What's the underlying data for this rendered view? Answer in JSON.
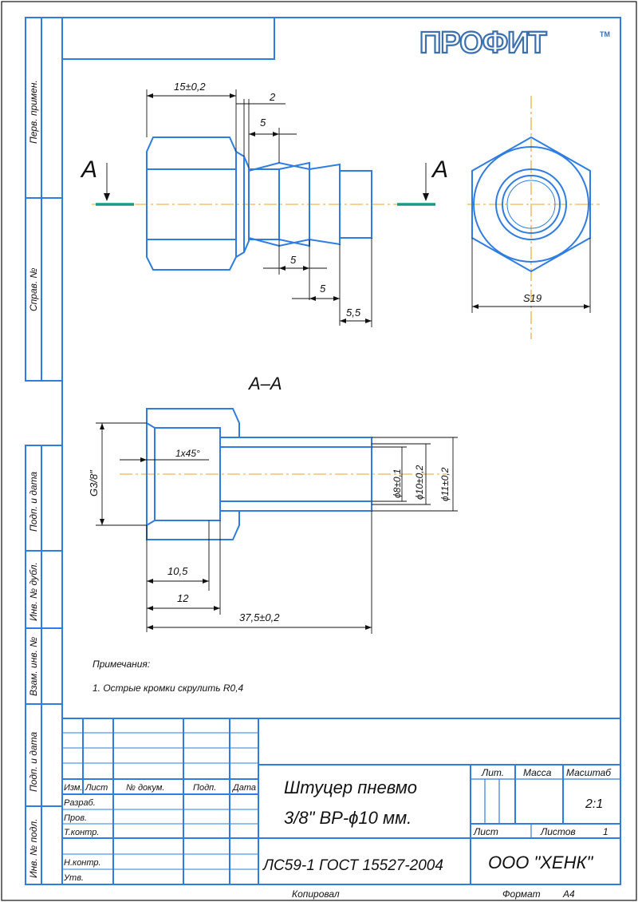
{
  "logo": {
    "text": "ПРОФИТ",
    "tm": "TM"
  },
  "views": {
    "marker_a_left": "A",
    "marker_a_right": "A",
    "section_title": "A–A"
  },
  "dimensions": {
    "d_15": "15±0,2",
    "d_2": "2",
    "d_5a": "5",
    "d_5b": "5",
    "d_5c": "5",
    "d_55": "5,5",
    "d_s19": "S19",
    "d_g38": "G3/8\"",
    "d_chamfer": "1x45°",
    "d_phi8": "ϕ8±0,1",
    "d_phi10": "ϕ10±0,2",
    "d_phi11": "ϕ11±0,2",
    "d_105": "10,5",
    "d_12": "12",
    "d_375": "37,5±0,2"
  },
  "notes": {
    "heading": "Примечания:",
    "item1": "1. Острые кромки скрулить R0,4"
  },
  "side_labels": {
    "perv_primen": "Перв. примен.",
    "sprav_no": "Справ. №",
    "podp_data_1": "Подп. и дата",
    "inv_dubl": "Инв. № дубл.",
    "vzam_inv": "Взам. инв. №",
    "podp_data_2": "Подп. и дата",
    "inv_podl": "Инв. № подл."
  },
  "title_block": {
    "col_izm": "Изм.",
    "col_list": "Лист",
    "col_dokum": "№ докум.",
    "col_podp": "Подп.",
    "col_data": "Дата",
    "row_razrab": "Разраб.",
    "row_prov": "Пров.",
    "row_tkontr": "Т.контр.",
    "row_nkontr": "Н.контр.",
    "row_utv": "Утв.",
    "name_line1": "Штуцер пневмо",
    "name_line2": "3/8\" ВР-ϕ10 мм.",
    "material": "ЛС59-1 ГОСТ 15527-2004",
    "hdr_lit": "Лит.",
    "hdr_massa": "Масса",
    "hdr_masshtab": "Масштаб",
    "scale": "2:1",
    "sheet_label": "Лист",
    "sheets_label": "Листов",
    "sheets_value": "1",
    "company": "ООО \"ХЕНК\"",
    "kopiroval": "Копировал",
    "format_label": "Формат",
    "format_value": "A4"
  },
  "colors": {
    "outline": "#2f7de0",
    "axis": "#f0a020",
    "cut_mark": "#1a9a86",
    "logo": "#3b6fb0"
  }
}
